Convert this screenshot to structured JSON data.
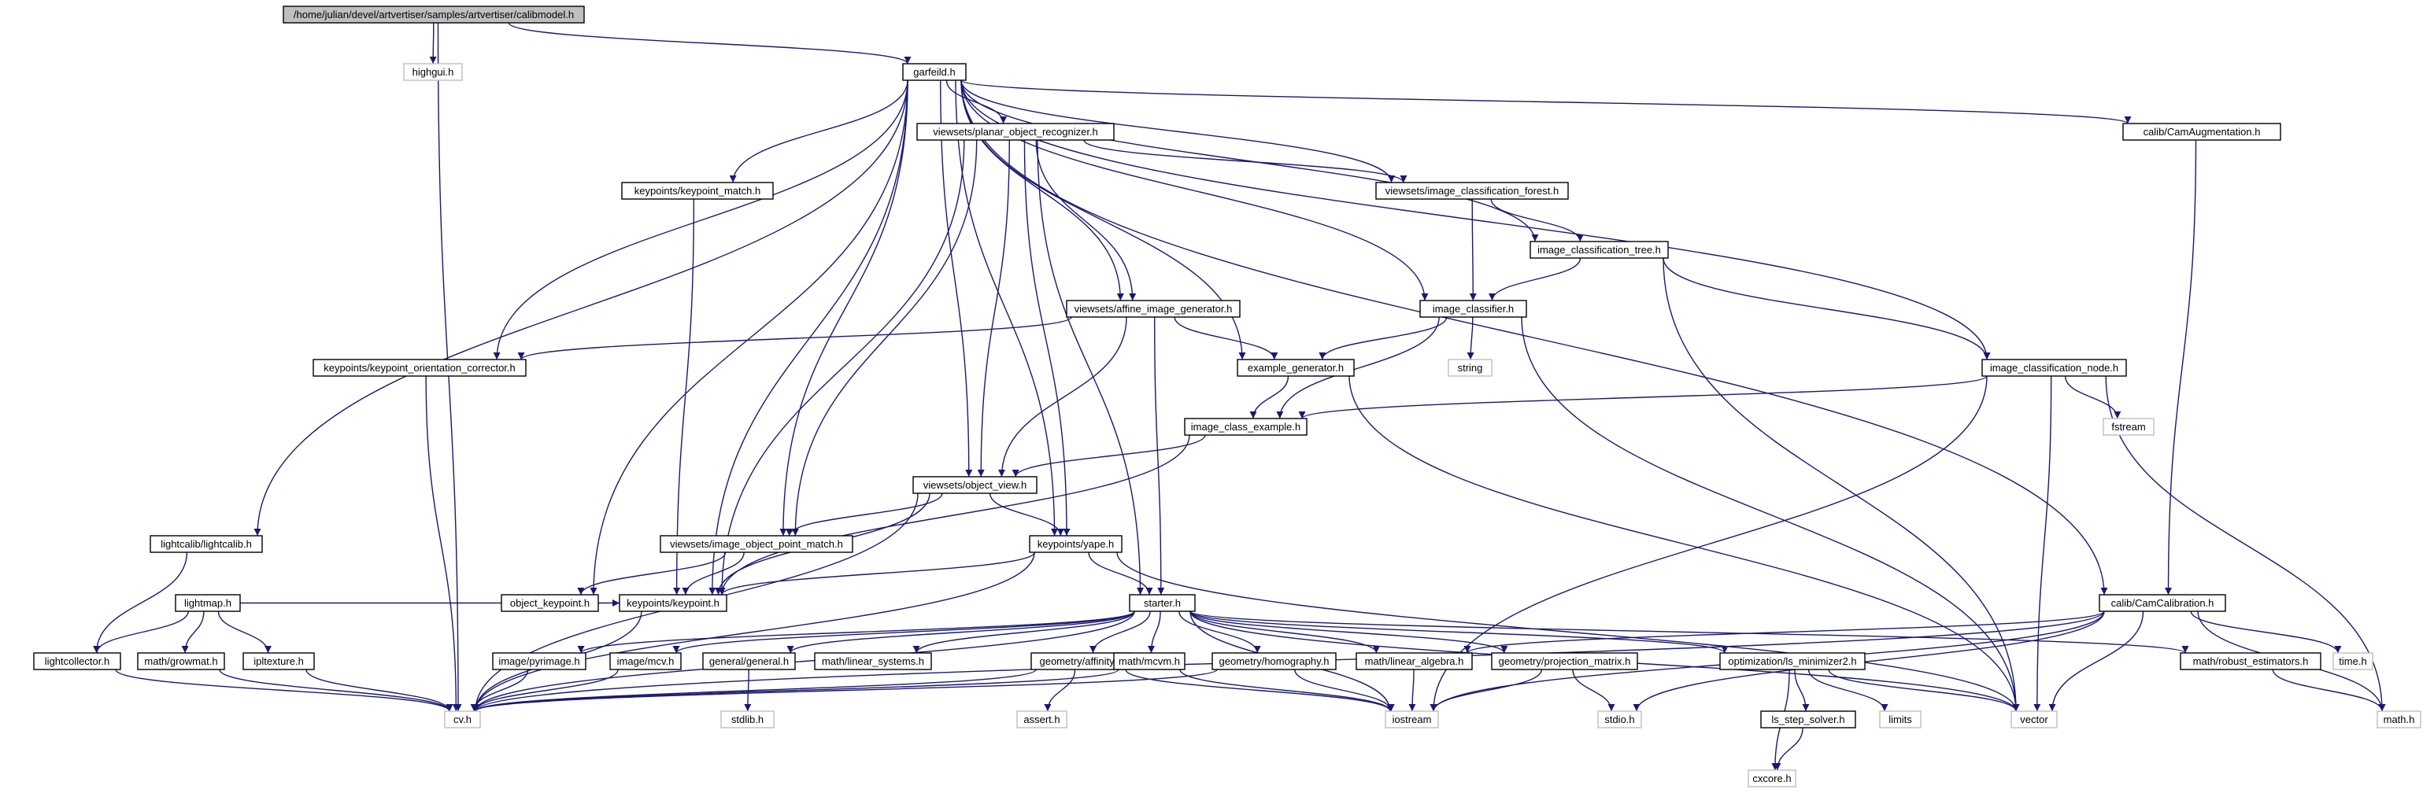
{
  "graph": {
    "nodes": [
      {
        "id": "calibmodel",
        "label": "/home/julian/devel/artvertiser/samples/artvertiser/calibmodel.h",
        "style": "root"
      },
      {
        "id": "highgui",
        "label": "highgui.h",
        "style": "sys"
      },
      {
        "id": "garfeild",
        "label": "garfeild.h",
        "style": "normal"
      },
      {
        "id": "planar",
        "label": "viewsets/planar_object_recognizer.h",
        "style": "normal"
      },
      {
        "id": "cam_aug",
        "label": "calib/CamAugmentation.h",
        "style": "normal"
      },
      {
        "id": "kp_match",
        "label": "keypoints/keypoint_match.h",
        "style": "normal"
      },
      {
        "id": "ic_forest",
        "label": "viewsets/image_classification_forest.h",
        "style": "normal"
      },
      {
        "id": "ic_tree",
        "label": "image_classification_tree.h",
        "style": "normal"
      },
      {
        "id": "img_classifier",
        "label": "image_classifier.h",
        "style": "normal"
      },
      {
        "id": "affine",
        "label": "viewsets/affine_image_generator.h",
        "style": "normal"
      },
      {
        "id": "kp_orient",
        "label": "keypoints/keypoint_orientation_corrector.h",
        "style": "normal"
      },
      {
        "id": "example_gen",
        "label": "example_generator.h",
        "style": "normal"
      },
      {
        "id": "string",
        "label": "string",
        "style": "sys"
      },
      {
        "id": "ic_node",
        "label": "image_classification_node.h",
        "style": "normal"
      },
      {
        "id": "fstream",
        "label": "fstream",
        "style": "sys"
      },
      {
        "id": "ic_example",
        "label": "image_class_example.h",
        "style": "normal"
      },
      {
        "id": "obj_view",
        "label": "viewsets/object_view.h",
        "style": "normal"
      },
      {
        "id": "lightcalib",
        "label": "lightcalib/lightcalib.h",
        "style": "normal"
      },
      {
        "id": "iopm",
        "label": "viewsets/image_object_point_match.h",
        "style": "normal"
      },
      {
        "id": "yape",
        "label": "keypoints/yape.h",
        "style": "normal"
      },
      {
        "id": "lightmap",
        "label": "lightmap.h",
        "style": "normal"
      },
      {
        "id": "obj_kp",
        "label": "object_keypoint.h",
        "style": "normal"
      },
      {
        "id": "kp",
        "label": "keypoints/keypoint.h",
        "style": "normal"
      },
      {
        "id": "starter",
        "label": "starter.h",
        "style": "normal"
      },
      {
        "id": "cam_calib",
        "label": "calib/CamCalibration.h",
        "style": "normal"
      },
      {
        "id": "lightcollector",
        "label": "lightcollector.h",
        "style": "normal"
      },
      {
        "id": "growmat",
        "label": "math/growmat.h",
        "style": "normal"
      },
      {
        "id": "ipltexture",
        "label": "ipltexture.h",
        "style": "normal"
      },
      {
        "id": "pyrimage",
        "label": "image/pyrimage.h",
        "style": "normal"
      },
      {
        "id": "mcv",
        "label": "image/mcv.h",
        "style": "normal"
      },
      {
        "id": "general",
        "label": "general/general.h",
        "style": "normal"
      },
      {
        "id": "linsys",
        "label": "math/linear_systems.h",
        "style": "normal"
      },
      {
        "id": "affinity",
        "label": "geometry/affinity.h",
        "style": "normal"
      },
      {
        "id": "mcvm",
        "label": "math/mcvm.h",
        "style": "normal"
      },
      {
        "id": "homography",
        "label": "geometry/homography.h",
        "style": "normal"
      },
      {
        "id": "linalg",
        "label": "math/linear_algebra.h",
        "style": "normal"
      },
      {
        "id": "projmat",
        "label": "geometry/projection_matrix.h",
        "style": "normal"
      },
      {
        "id": "lsmin",
        "label": "optimization/ls_minimizer2.h",
        "style": "normal"
      },
      {
        "id": "robust",
        "label": "math/robust_estimators.h",
        "style": "normal"
      },
      {
        "id": "time",
        "label": "time.h",
        "style": "sys"
      },
      {
        "id": "cv",
        "label": "cv.h",
        "style": "sys"
      },
      {
        "id": "stdlib",
        "label": "stdlib.h",
        "style": "sys"
      },
      {
        "id": "assert",
        "label": "assert.h",
        "style": "sys"
      },
      {
        "id": "iostream",
        "label": "iostream",
        "style": "sys"
      },
      {
        "id": "stdio",
        "label": "stdio.h",
        "style": "sys"
      },
      {
        "id": "ls_step",
        "label": "ls_step_solver.h",
        "style": "normal"
      },
      {
        "id": "limits",
        "label": "limits",
        "style": "sys"
      },
      {
        "id": "vector",
        "label": "vector",
        "style": "sys"
      },
      {
        "id": "mathh",
        "label": "math.h",
        "style": "sys"
      },
      {
        "id": "cxcore",
        "label": "cxcore.h",
        "style": "sys"
      }
    ],
    "edges": [
      [
        "calibmodel",
        "highgui"
      ],
      [
        "calibmodel",
        "garfeild"
      ],
      [
        "calibmodel",
        "cv"
      ],
      [
        "garfeild",
        "planar"
      ],
      [
        "garfeild",
        "cam_aug"
      ],
      [
        "garfeild",
        "kp_match"
      ],
      [
        "garfeild",
        "ic_forest"
      ],
      [
        "garfeild",
        "ic_tree"
      ],
      [
        "garfeild",
        "img_classifier"
      ],
      [
        "garfeild",
        "affine"
      ],
      [
        "garfeild",
        "kp_orient"
      ],
      [
        "garfeild",
        "example_gen"
      ],
      [
        "garfeild",
        "ic_node"
      ],
      [
        "garfeild",
        "obj_view"
      ],
      [
        "garfeild",
        "lightcalib"
      ],
      [
        "garfeild",
        "iopm"
      ],
      [
        "garfeild",
        "yape"
      ],
      [
        "garfeild",
        "obj_kp"
      ],
      [
        "garfeild",
        "kp"
      ],
      [
        "garfeild",
        "cam_calib"
      ],
      [
        "planar",
        "ic_forest"
      ],
      [
        "planar",
        "affine"
      ],
      [
        "planar",
        "obj_view"
      ],
      [
        "planar",
        "iopm"
      ],
      [
        "planar",
        "yape"
      ],
      [
        "planar",
        "kp"
      ],
      [
        "planar",
        "starter"
      ],
      [
        "cam_aug",
        "cam_calib"
      ],
      [
        "kp_match",
        "kp"
      ],
      [
        "ic_forest",
        "ic_tree"
      ],
      [
        "ic_forest",
        "img_classifier"
      ],
      [
        "ic_tree",
        "img_classifier"
      ],
      [
        "ic_tree",
        "ic_node"
      ],
      [
        "ic_tree",
        "vector"
      ],
      [
        "img_classifier",
        "example_gen"
      ],
      [
        "img_classifier",
        "string"
      ],
      [
        "img_classifier",
        "ic_example"
      ],
      [
        "img_classifier",
        "vector"
      ],
      [
        "affine",
        "kp_orient"
      ],
      [
        "affine",
        "example_gen"
      ],
      [
        "affine",
        "obj_view"
      ],
      [
        "affine",
        "starter"
      ],
      [
        "kp_orient",
        "cv"
      ],
      [
        "example_gen",
        "ic_example"
      ],
      [
        "example_gen",
        "vector"
      ],
      [
        "ic_node",
        "ic_example"
      ],
      [
        "ic_node",
        "fstream"
      ],
      [
        "ic_node",
        "vector"
      ],
      [
        "ic_node",
        "iostream"
      ],
      [
        "ic_node",
        "mathh"
      ],
      [
        "ic_example",
        "obj_view"
      ],
      [
        "ic_example",
        "kp"
      ],
      [
        "obj_view",
        "iopm"
      ],
      [
        "obj_view",
        "yape"
      ],
      [
        "obj_view",
        "kp"
      ],
      [
        "obj_view",
        "cv"
      ],
      [
        "lightcalib",
        "lightcollector"
      ],
      [
        "iopm",
        "obj_kp"
      ],
      [
        "iopm",
        "kp"
      ],
      [
        "yape",
        "kp"
      ],
      [
        "yape",
        "starter"
      ],
      [
        "yape",
        "vector"
      ],
      [
        "yape",
        "cv"
      ],
      [
        "lightmap",
        "lightcollector"
      ],
      [
        "lightmap",
        "growmat"
      ],
      [
        "lightmap",
        "ipltexture"
      ],
      [
        "lightmap",
        "kp"
      ],
      [
        "kp",
        "cv"
      ],
      [
        "starter",
        "pyrimage"
      ],
      [
        "starter",
        "mcv"
      ],
      [
        "starter",
        "general"
      ],
      [
        "starter",
        "linsys"
      ],
      [
        "starter",
        "affinity"
      ],
      [
        "starter",
        "mcvm"
      ],
      [
        "starter",
        "homography"
      ],
      [
        "starter",
        "linalg"
      ],
      [
        "starter",
        "projmat"
      ],
      [
        "starter",
        "lsmin"
      ],
      [
        "starter",
        "robust"
      ],
      [
        "starter",
        "vector"
      ],
      [
        "starter",
        "cv"
      ],
      [
        "starter",
        "iostream"
      ],
      [
        "cam_calib",
        "time"
      ],
      [
        "cam_calib",
        "vector"
      ],
      [
        "cam_calib",
        "mathh"
      ],
      [
        "cam_calib",
        "linalg"
      ],
      [
        "cam_calib",
        "stdio"
      ],
      [
        "cam_calib",
        "iostream"
      ],
      [
        "cam_calib",
        "cv"
      ],
      [
        "lightcollector",
        "cv"
      ],
      [
        "growmat",
        "cv"
      ],
      [
        "ipltexture",
        "cv"
      ],
      [
        "pyrimage",
        "cv"
      ],
      [
        "mcv",
        "cv"
      ],
      [
        "general",
        "stdlib"
      ],
      [
        "affinity",
        "cv"
      ],
      [
        "affinity",
        "assert"
      ],
      [
        "affinity",
        "iostream"
      ],
      [
        "mcvm",
        "cv"
      ],
      [
        "mcvm",
        "iostream"
      ],
      [
        "homography",
        "cv"
      ],
      [
        "homography",
        "iostream"
      ],
      [
        "linalg",
        "iostream"
      ],
      [
        "projmat",
        "stdio"
      ],
      [
        "projmat",
        "iostream"
      ],
      [
        "lsmin",
        "ls_step"
      ],
      [
        "lsmin",
        "limits"
      ],
      [
        "lsmin",
        "vector"
      ],
      [
        "lsmin",
        "cxcore"
      ],
      [
        "ls_step",
        "cxcore"
      ],
      [
        "robust",
        "mathh"
      ]
    ]
  }
}
